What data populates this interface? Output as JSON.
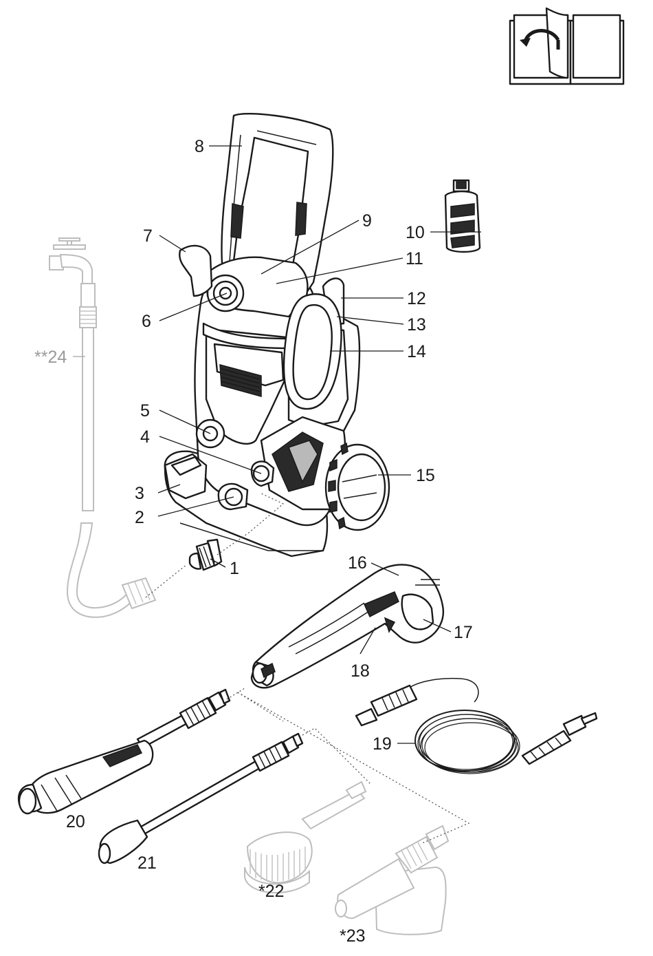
{
  "callouts": [
    {
      "id": "c1",
      "text": "1"
    },
    {
      "id": "c2",
      "text": "2"
    },
    {
      "id": "c3",
      "text": "3"
    },
    {
      "id": "c4",
      "text": "4"
    },
    {
      "id": "c5",
      "text": "5"
    },
    {
      "id": "c6",
      "text": "6"
    },
    {
      "id": "c7",
      "text": "7"
    },
    {
      "id": "c8",
      "text": "8"
    },
    {
      "id": "c9",
      "text": "9"
    },
    {
      "id": "c10",
      "text": "10"
    },
    {
      "id": "c11",
      "text": "11"
    },
    {
      "id": "c12",
      "text": "12"
    },
    {
      "id": "c13",
      "text": "13"
    },
    {
      "id": "c14",
      "text": "14"
    },
    {
      "id": "c15",
      "text": "15"
    },
    {
      "id": "c16",
      "text": "16"
    },
    {
      "id": "c17",
      "text": "17"
    },
    {
      "id": "c18",
      "text": "18"
    },
    {
      "id": "c19",
      "text": "19"
    },
    {
      "id": "c20",
      "text": "20"
    },
    {
      "id": "c21",
      "text": "21"
    },
    {
      "id": "c22",
      "text": "*22"
    },
    {
      "id": "c23",
      "text": "*23"
    },
    {
      "id": "c24",
      "text": "**24"
    }
  ],
  "icons": {
    "manual": "read-manual-book-icon"
  },
  "colors": {
    "line": "#1a1a1a",
    "optional_accessory": "#9a9a9a"
  }
}
